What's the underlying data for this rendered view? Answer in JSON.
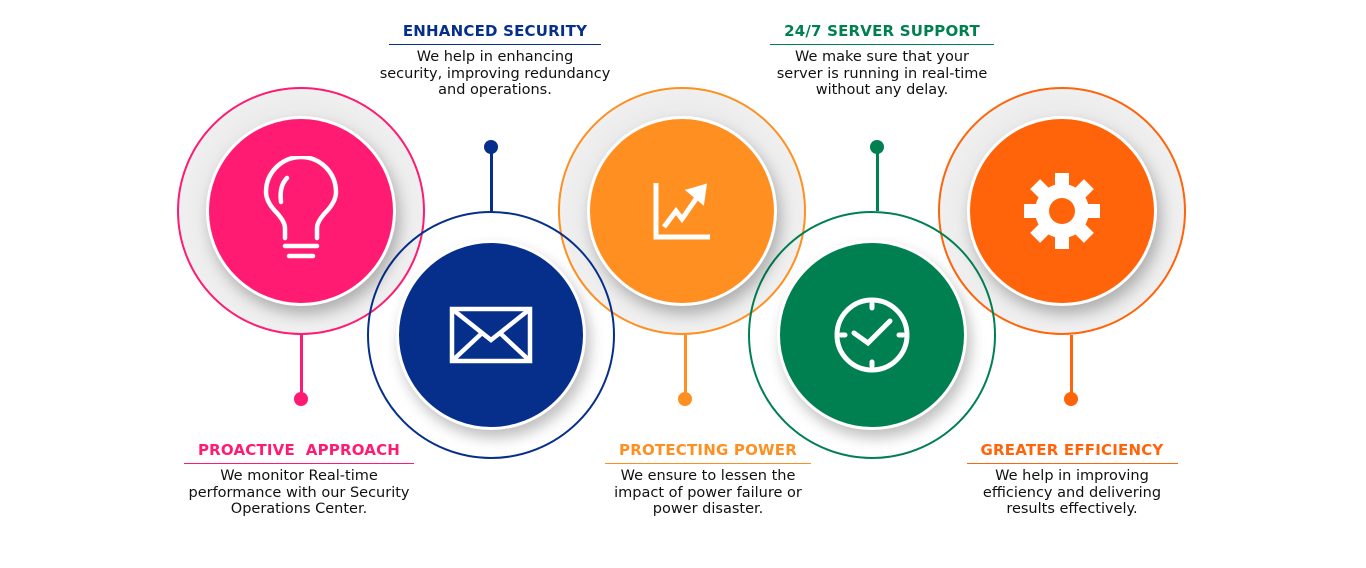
{
  "colors": {
    "pink": "#ff1a72",
    "blue": "#062f8c",
    "orange": "#ff8f20",
    "green": "#008050",
    "redorange": "#ff640a"
  },
  "items": [
    {
      "title": "PROACTIVE  APPROACH",
      "desc": [
        "We monitor Real-time",
        "performance with our Security",
        "Operations Center."
      ],
      "icon": "lightbulb-icon"
    },
    {
      "title": "ENHANCED SECURITY",
      "desc": [
        "We help in enhancing",
        "security, improving redundancy",
        "and operations."
      ],
      "icon": "envelope-icon"
    },
    {
      "title": "PROTECTING POWER",
      "desc": [
        "We ensure to lessen the",
        "impact of power failure or",
        "power disaster."
      ],
      "icon": "growth-chart-icon"
    },
    {
      "title": "24/7 SERVER SUPPORT",
      "desc": [
        "We make sure that your",
        "server is running in real-time",
        "without any delay."
      ],
      "icon": "clock-icon"
    },
    {
      "title": "GREATER EFFICIENCY",
      "desc": [
        "We help in improving",
        "efficiency and delivering",
        "results effectively."
      ],
      "icon": "gear-icon"
    }
  ]
}
